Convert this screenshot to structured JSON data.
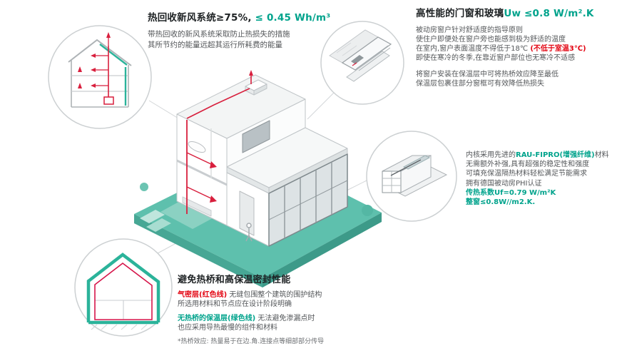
{
  "colors": {
    "teal": "#00a38c",
    "red": "#e30613"
  },
  "ventilation": {
    "title_black": "热回收新风系统≥75%,",
    "title_teal": " ≤ 0.45 Wh/m³",
    "body": [
      "带热回收的新风系统采取防止热损失的措施",
      "其所节约的能量远超其运行所耗费的能量"
    ]
  },
  "windows": {
    "title_black": "高性能的门窗和玻璃",
    "title_teal": "Uw ≤0.8 W/m².K",
    "p1": [
      "被动房窗户针对舒适度的指导原则",
      "使住户即便处在窗户旁也能感到极为舒适的温度"
    ],
    "line3_pre": "在室内,窗户表面温度不得低于18℃ ",
    "line3_red": "(不低于室温3℃)",
    "line4": "即使在寒冷的冬季,在靠近窗户部位也无寒冷不适感",
    "p2": [
      "将窗户安装在保温层中可将热桥效应降至最低",
      "保温层包裹住部分窗框可有效降低热损失"
    ]
  },
  "profile": {
    "line1_pre": "内核采用先进的",
    "line1_teal": "RAU-FIPRO(增强纤维)",
    "line1_post": "材料",
    "body": [
      "无需额外补强,具有超强的稳定性和强度",
      "可填充保温隔热材料轻松满足节能需求",
      "拥有德国被动房PHI认证"
    ],
    "uf": "传热系数Uf=0.79 W/m²K",
    "uw": "整窗≤0.8W//m2.K."
  },
  "thermal": {
    "title": "避免热桥和高保温密封性能",
    "airtight_label": "气密层(红色线)",
    "airtight_rest": " 无缝包围整个建筑的围护结构",
    "line2": "所选用材料和节点应在设计阶段明确",
    "insulation_label": "无热桥的保温层(绿色线)",
    "insulation_rest": " 无法避免渗漏点时",
    "line4": "也应采用导热最慢的组件和材料",
    "footnote": "*热桥效应: 热量易于在边.角.连接点等细部部分传导"
  }
}
